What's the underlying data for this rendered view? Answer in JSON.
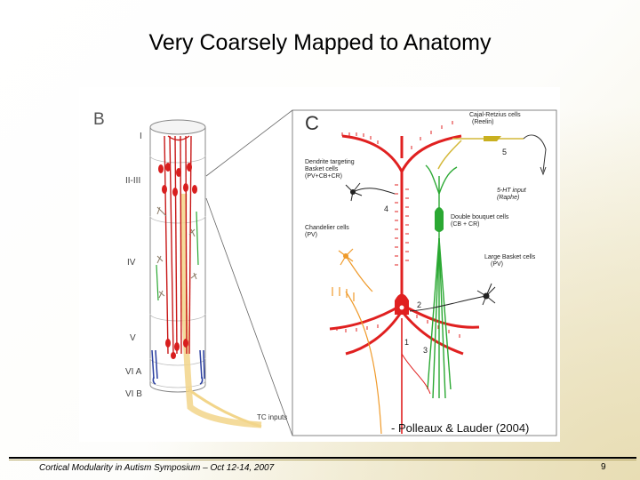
{
  "slide": {
    "title": "Very Coarsely Mapped to Anatomy",
    "credit": "- Polleaux & Lauder (2004)",
    "footer": "Cortical Modularity in Autism Symposium – Oct 12-14, 2007",
    "page_number": "9"
  },
  "figure": {
    "panel_b_letter": "B",
    "panel_c_letter": "C",
    "layers": [
      "I",
      "II-III",
      "IV",
      "V",
      "VI A",
      "VI B"
    ],
    "tc_inputs": "TC inputs",
    "cells": {
      "cajal_1": "Cajal-Retzius cells",
      "cajal_2": "(Reelin)",
      "dendrite_1": "Dendrite targeting",
      "dendrite_2": "Basket cells",
      "dendrite_3": "(PV+CB+CR)",
      "chandelier_1": "Chandelier cells",
      "chandelier_2": "(PV)",
      "ht_1": "5-HT input",
      "ht_2": "(Raphe)",
      "double_1": "Double bouquet cells",
      "double_2": "(CB + CR)",
      "large_1": "Large Basket cells",
      "large_2": "(PV)"
    },
    "numbers": [
      "1",
      "2",
      "3",
      "4",
      "5"
    ]
  },
  "colors": {
    "pyramidal": "#e02020",
    "double_bouquet": "#2aa832",
    "thalamic": "#f2d58a",
    "chandelier": "#ef9a2a",
    "deep_cells": "#2a3fa0",
    "background_accent": "#e8ddb4"
  }
}
